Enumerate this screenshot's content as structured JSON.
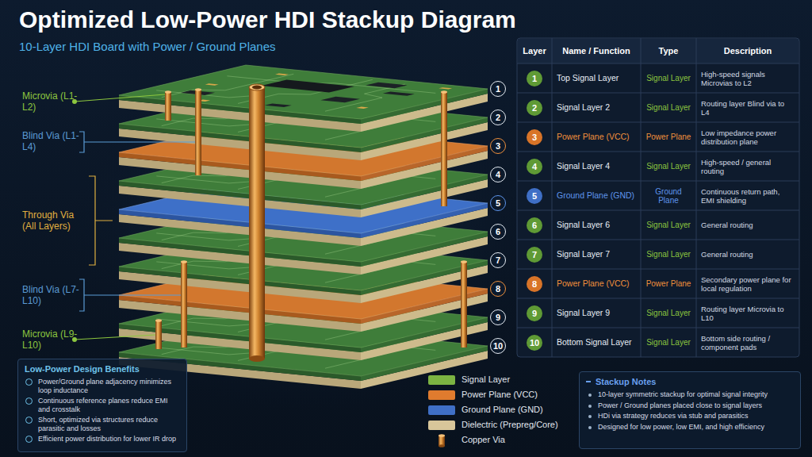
{
  "diagram": {
    "title": "Optimized Low-Power HDI Stackup Diagram",
    "nodes": [
      {
        "text": [
          "Low-Power Design Benefits",
          "Power/Ground plane adjacency minimizes loop inductance",
          "Continuous reference planes reduce EMI and crosstalk",
          "Short, optimized via structures reduce parasitic and losses",
          "Efficient power distribution for lower IR drop"
        ]
      },
      {
        "text": [
          "Stackup Notes",
          "10-layer symmetric stackup for optimal signal integrity",
          "Power / Ground planes placed close to signal layers",
          "HDi via strategy reduces via stub and parasitics",
          "Designed for low power, low EMI, and high efficiency"
        ]
      }
    ],
    "labels": [
      "10-Layer HDI Board with Power / Ground Planes",
      "Microvia (L1-L2)",
      "Blind Via (L1-L4)",
      "Through Via (All Layers)",
      "Blind Via (L7-L10)",
      "Microvia (L9-L10)",
      "1",
      "2",
      "3",
      "4",
      "5",
      "6",
      "7",
      "8",
      "9",
      "10",
      "Layer",
      "Name / Function",
      "Type",
      "Description",
      "1",
      "Top Signal Layer",
      "Signal Layer",
      "High-speed signals Microvias to L2",
      "2",
      "Signal Layer 2",
      "Signal Layer",
      "Routing layer Blind via to L4",
      "3",
      "Power Plane (VCC)",
      "Power Plane",
      "Low impedance power distribution plane",
      "4",
      "Signal Layer 4",
      "Signal Layer",
      "High-speed / general routing",
      "5",
      "Ground Plane (GND)",
      "Ground Plane",
      "Continuous return path, EMI shielding",
      "6",
      "Signal Layer 6",
      "Signal Layer",
      "General routing",
      "7",
      "Signal Layer 7",
      "Signal Layer",
      "General routing",
      "8",
      "Power Plane (VCC)",
      "Power Plane",
      "Secondary power plane for local regulation",
      "9",
      "Signal Layer 9",
      "Signal Layer",
      "Routing layer Microvia to L10",
      "10",
      "Bottom Signal Layer",
      "Signal Layer",
      "Bottom side routing / component pads"
    ],
    "legend": [
      {
        "text": "Signal Layer",
        "color": "#7cb342"
      },
      {
        "text": "Power Plane (VCC)",
        "color": "#e07b2e"
      },
      {
        "text": "Ground Plane (GND)",
        "color": "#3f6fc6"
      },
      {
        "text": "Dielectric (Prepreg/Core)",
        "color": "#d8c69a"
      },
      {
        "text": "Copper Via"
      }
    ]
  }
}
